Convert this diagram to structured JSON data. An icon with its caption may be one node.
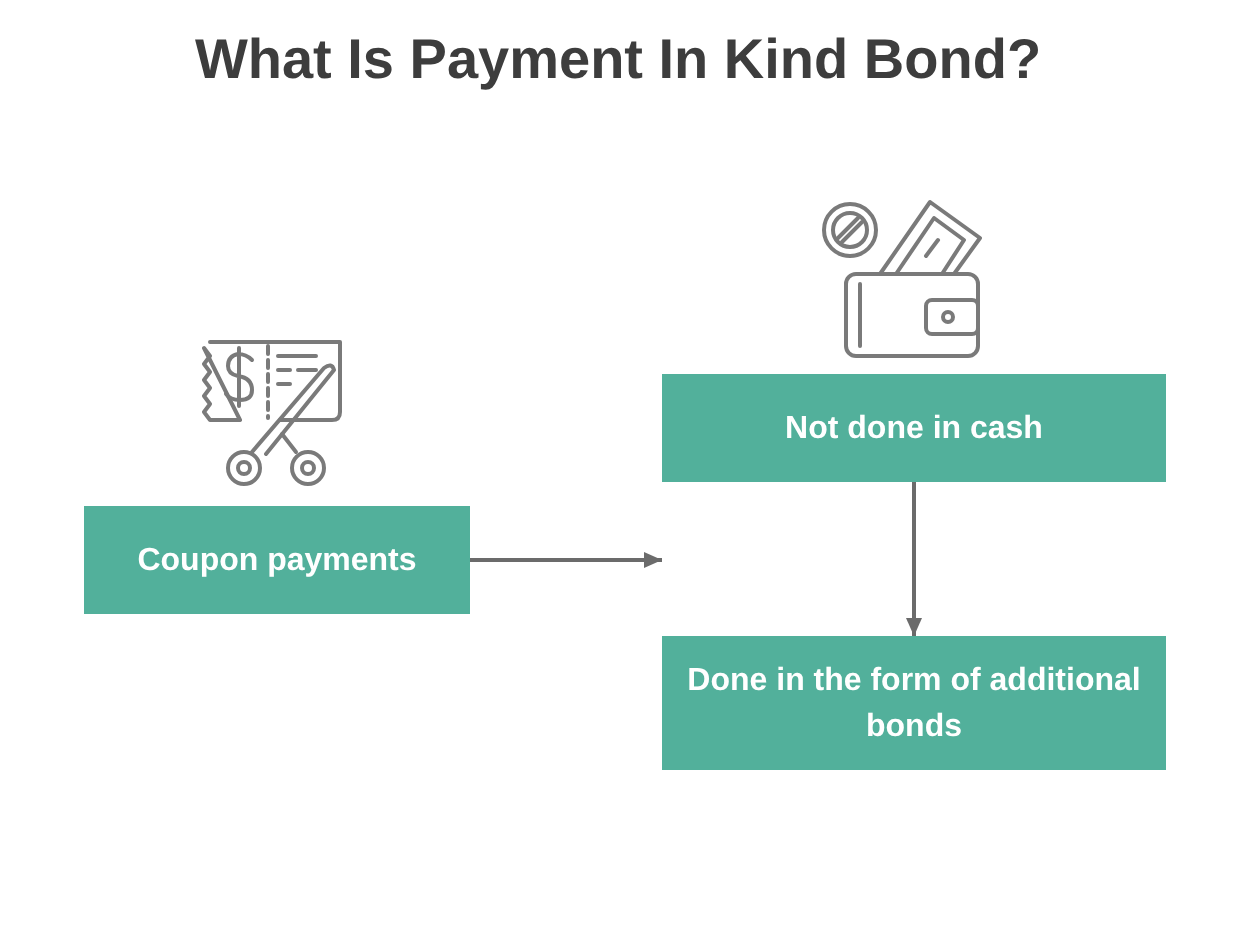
{
  "diagram": {
    "title": "What Is Payment In Kind Bond?",
    "nodes": [
      {
        "text": [
          "Coupon payments"
        ]
      },
      {
        "text": [
          "Not done in cash"
        ]
      },
      {
        "text": [
          "Done in the form of additional bonds"
        ]
      }
    ],
    "edges": [
      {
        "from": 0,
        "to": null,
        "arrow": "to"
      },
      {
        "from": 1,
        "to": 2,
        "arrow": "to"
      }
    ]
  }
}
